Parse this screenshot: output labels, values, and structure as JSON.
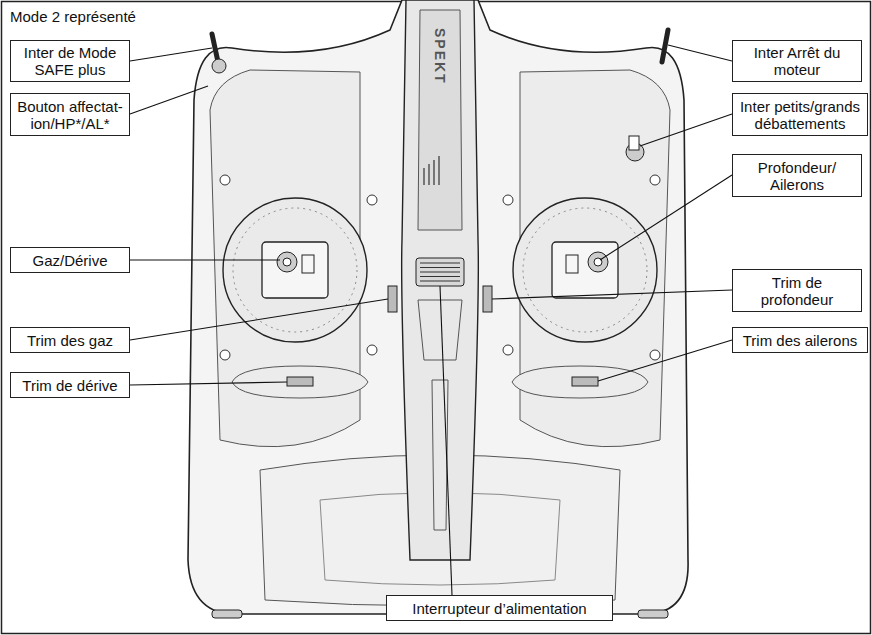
{
  "diagram": {
    "title": "Mode 2 représenté",
    "nodes": [
      {
        "text": [
          "Inter de Mode SAFE plus"
        ]
      },
      {
        "text": [
          "Bouton affectat- ion/HP*/AL*"
        ]
      },
      {
        "text": [
          "Gaz/Dérive"
        ]
      },
      {
        "text": [
          "Trim des gaz"
        ]
      },
      {
        "text": [
          "Trim de dérive"
        ]
      },
      {
        "text": [
          "Inter Arrêt du moteur"
        ]
      },
      {
        "text": [
          "Inter petits/grands débattements"
        ]
      },
      {
        "text": [
          "Profondeur/ Ailerons"
        ]
      },
      {
        "text": [
          "Trim de profondeur"
        ]
      },
      {
        "text": [
          "Trim des ailerons"
        ]
      },
      {
        "text": [
          "Interrupteur d’alimentation"
        ]
      }
    ],
    "labels": [
      "SPEKT"
    ]
  }
}
